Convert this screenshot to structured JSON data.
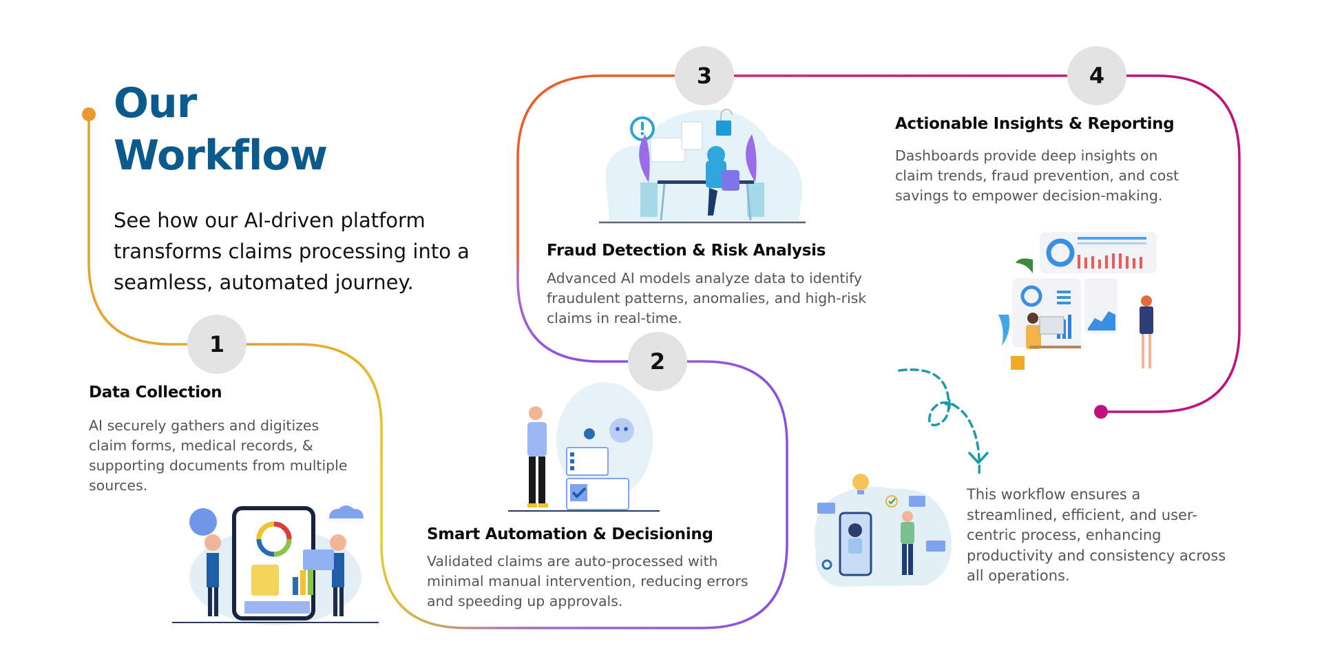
{
  "header": {
    "title_line1": "Our",
    "title_line2": "Workflow",
    "intro": "See how our AI-driven platform transforms claims processing into a seamless, automated journey."
  },
  "colors": {
    "title": "#0b5a8c",
    "step_circle": "#e3e3e3",
    "path_start": "#e89a2c",
    "path_yellow": "#e6c92a",
    "path_purple": "#8b4fe0",
    "path_orange": "#ef5a2a",
    "path_magenta": "#c0117f",
    "dashed_arrow": "#1b9aa8"
  },
  "steps": [
    {
      "number": "1",
      "title": "Data Collection",
      "description": "AI securely gathers and digitizes claim forms, medical records, & supporting documents from multiple sources.",
      "illustration": "data-collection-illustration"
    },
    {
      "number": "2",
      "title": "Smart Automation & Decisioning",
      "description": "Validated claims are auto-processed with minimal manual intervention, reducing errors and speeding up approvals.",
      "illustration": "automation-robot-illustration"
    },
    {
      "number": "3",
      "title": "Fraud Detection & Risk Analysis",
      "description": "Advanced AI models analyze data to identify fraudulent patterns, anomalies, and high-risk claims in real-time.",
      "illustration": "fraud-detection-illustration"
    },
    {
      "number": "4",
      "title": "Actionable Insights & Reporting",
      "description": "Dashboards provide deep insights on claim trends, fraud prevention, and cost savings to empower decision-making.",
      "illustration": "dashboard-reporting-illustration"
    }
  ],
  "summary": {
    "text": "This workflow ensures a streamlined, efficient, and user-centric process, enhancing productivity and consistency across all operations.",
    "illustration": "user-robot-chat-illustration"
  }
}
